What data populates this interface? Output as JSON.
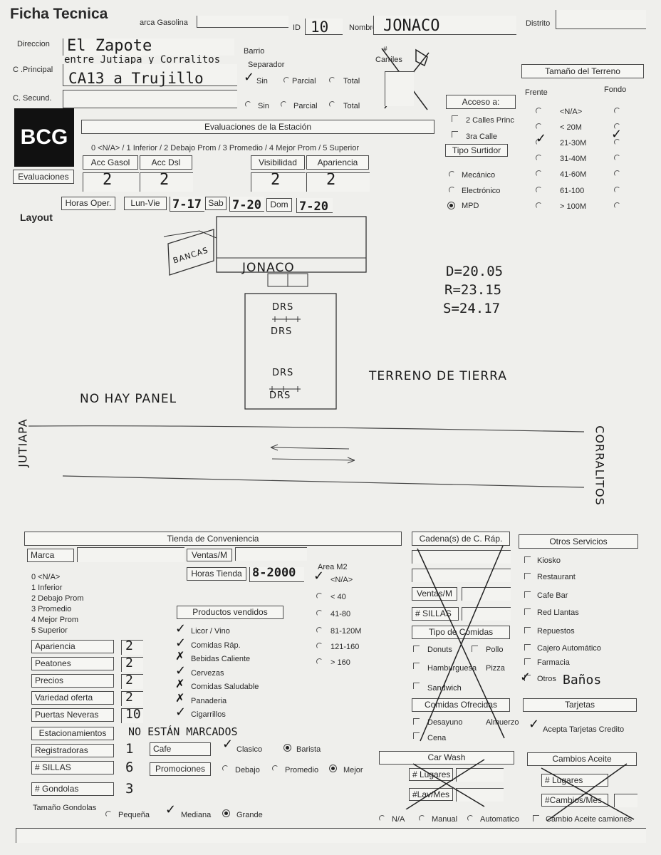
{
  "header": {
    "title": "Ficha Tecnica",
    "marca_label": "arca Gasolina",
    "id_label": "ID",
    "id_value": "10",
    "nombre_label": "Nombre",
    "nombre_value": "JONACO",
    "distrito_label": "Distrito"
  },
  "address": {
    "direccion_label": "Direccion",
    "direccion_value": "El Zapote",
    "barrio_label": "Barrio",
    "cprincipal_label": "C .Principal",
    "cprincipal_note": "entre Jutiapa y Corralitos",
    "cprincipal_value": "CA13 a Trujillo",
    "csecund_label": "C. Secund.",
    "separador_label": "Separador",
    "sep_opts": [
      "Sin",
      "Parcial",
      "Total"
    ],
    "sep2_opts": [
      "Sin",
      "Parcial",
      "Total"
    ],
    "carriles_label": "Carriles",
    "carriles_hash": "#"
  },
  "terreno": {
    "title": "Tamaño del Terreno",
    "frente": "Frente",
    "fondo": "Fondo",
    "options": [
      "<N/A>",
      "< 20M",
      "21-30M",
      "31-40M",
      "41-60M",
      "61-100",
      "> 100M"
    ]
  },
  "acceso": {
    "title": "Acceso a:",
    "opts": [
      "2 Calles Princ",
      "3ra Calle"
    ]
  },
  "surtidor": {
    "title": "Tipo Surtidor",
    "opts": [
      "Mecánico",
      "Electrónico",
      "MPD"
    ]
  },
  "logo": "BCG",
  "evaluaciones": {
    "title": "Evaluaciones de la Estación",
    "scale": "0 <N/A> / 1 Inferior / 2 Debajo Prom / 3 Promedio / 4 Mejor Prom / 5 Superior",
    "button": "Evaluaciones",
    "cols": [
      {
        "label": "Acc Gasol",
        "value": "2"
      },
      {
        "label": "Acc Dsl",
        "value": "2"
      },
      {
        "label": "Visibilidad",
        "value": "2"
      },
      {
        "label": "Apariencia",
        "value": "2"
      }
    ]
  },
  "horas": {
    "label": "Horas Oper.",
    "lunvie_label": "Lun-Vie",
    "lunvie": "7-17",
    "sab_label": "Sab",
    "sab": "7-20",
    "dom_label": "Dom",
    "dom": "7-20"
  },
  "layout": {
    "title": "Layout",
    "bancas": "BANCAS",
    "station": "JONACO",
    "pumps": "DRS",
    "d": "D=20.05",
    "r": "R=23.15",
    "s": "S=24.17",
    "terreno": "TERRENO DE TIERRA",
    "panel": "NO HAY PANEL",
    "left_road": "JUTIAPA",
    "right_road": "CORRALITOS"
  },
  "tienda": {
    "title": "Tienda de Conveniencia",
    "marca": "Marca",
    "ventas": "Ventas/M",
    "horas_label": "Horas Tienda",
    "horas_value": "8-2000",
    "scale": [
      "0 <N/A>",
      "1 Inferior",
      "2 Debajo Prom",
      "3 Promedio",
      "4 Mejor Prom",
      "5 Superior"
    ],
    "area_title": "Area M2",
    "area_opts": [
      "<N/A>",
      "< 40",
      "41-80",
      "81-120M",
      "121-160",
      "> 160"
    ],
    "productos_title": "Productos vendidos",
    "productos": [
      "Licor / Vino",
      "Comidas Ráp.",
      "Bebidas Caliente",
      "Cervezas",
      "Comidas Saludable",
      "Panaderia",
      "Cigarrillos"
    ],
    "ratings": [
      {
        "label": "Apariencia",
        "value": "2"
      },
      {
        "label": "Peatones",
        "value": "2"
      },
      {
        "label": "Precios",
        "value": "2"
      },
      {
        "label": "Variedad oferta",
        "value": "2"
      },
      {
        "label": "Puertas Neveras",
        "value": "10"
      }
    ],
    "estacionamientos": "Estacionamientos",
    "estac_note": "NO ESTÁN MARCADOS",
    "registradoras": "Registradoras",
    "registradoras_value": "1",
    "sillas": "# SILLAS",
    "sillas_value": "6",
    "gondolas": "# Gondolas",
    "gondolas_value": "3",
    "tamano": "Tamaño Gondolas",
    "tamano_opts": [
      "Pequeña",
      "Mediana",
      "Grande"
    ],
    "cafe": "Cafe",
    "cafe_opts": [
      "Clasico",
      "Barista"
    ],
    "promociones": "Promociones",
    "promo_opts": [
      "Debajo",
      "Promedio",
      "Mejor"
    ]
  },
  "cadena": {
    "title": "Cadena(s) de C. Ráp.",
    "ventas": "Ventas/M",
    "sillas": "# SILLAS",
    "tipo": "Tipo de Comidas",
    "tipos": [
      "Donuts",
      "Pollo",
      "Hamburguesa",
      "Pizza",
      "Sandwich"
    ],
    "ofrecidas": "Comidas Ofrecidas",
    "ofr_opts": [
      "Desayuno",
      "Almuerzo",
      "Cena"
    ]
  },
  "carwash": {
    "title": "Car Wash",
    "lugares": "# Lugares",
    "lavmes": "#Lav/Mes",
    "opts": [
      "N/A",
      "Manual",
      "Automatico"
    ]
  },
  "otros": {
    "title": "Otros Servicios",
    "items": [
      "Kiosko",
      "Restaurant",
      "Cafe Bar",
      "Red Llantas",
      "Repuestos",
      "Cajero Automático",
      "Farmacia",
      "Otros"
    ],
    "otros_value": "Baños",
    "tarjetas": "Tarjetas",
    "acepta": "Acepta Tarjetas Credito"
  },
  "aceite": {
    "title": "Cambios Aceite",
    "lugares": "# Lugares",
    "cambios": "#Cambios/Mes",
    "camiones": "Cambio Aceite camiones"
  }
}
